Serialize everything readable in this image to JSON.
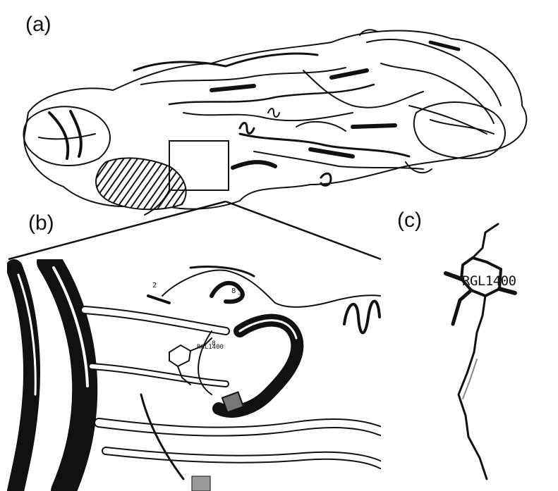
{
  "figure": {
    "panels": [
      {
        "label": "(a)"
      },
      {
        "label": "(b)"
      },
      {
        "label": "(c)"
      }
    ],
    "residue_labels": {
      "panel_b": "RGL1400",
      "panel_c": "RGL1400"
    }
  }
}
